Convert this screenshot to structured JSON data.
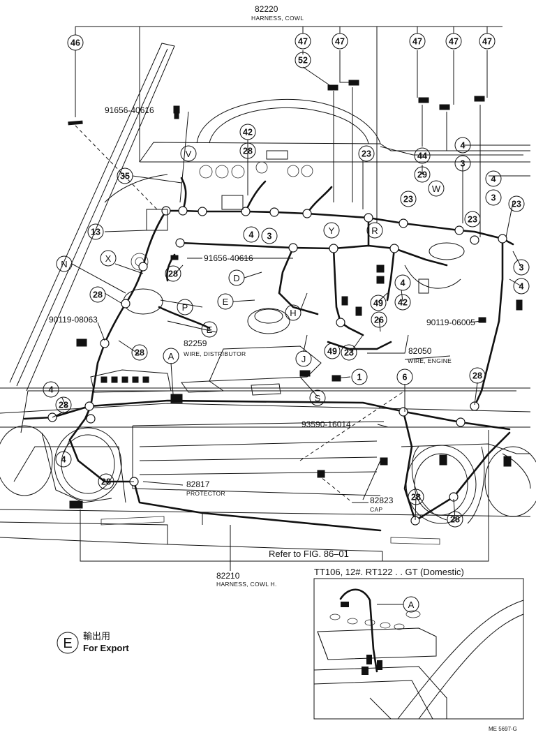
{
  "parts": {
    "harness_cowl": {
      "number": "82220",
      "name": "HARNESS, COWL"
    },
    "wire_distributor": {
      "number": "82259",
      "name": "WIRE, DISTRIBUTOR"
    },
    "wire_engine": {
      "number": "82050",
      "name": "WIRE, ENGINE"
    },
    "protector": {
      "number": "82817",
      "name": "PROTECTOR"
    },
    "cap": {
      "number": "82823",
      "name": "CAP"
    },
    "harness_cowl_h": {
      "number": "82210",
      "name": "HARNESS, COWL H."
    },
    "bolt_a": "91656-40616",
    "bolt_b": "91656-40616",
    "screw_a": "90119-08063",
    "screw_b": "90119-06005",
    "grommet": "93590-16014"
  },
  "reference": "Refer to FIG. 86–01",
  "inset_title": "TT106, 12#. RT122 . . GT (Domestic)",
  "legend": {
    "symbol": "E",
    "japanese": "輸出用",
    "english": "For  Export"
  },
  "drawing_code": "ME 5697-G",
  "callouts": {
    "c46": "46",
    "c47a": "47",
    "c47b": "47",
    "c47c": "47",
    "c47d": "47",
    "c47e": "47",
    "c52": "52",
    "c42a": "42",
    "c28a": "28",
    "c23a": "23",
    "c44": "44",
    "c4a": "4",
    "c3a": "3",
    "c29": "29",
    "c4b": "4",
    "c3b": "3",
    "c23b": "23",
    "c23c": "23",
    "c35": "35",
    "c13": "13",
    "c4c": "4",
    "c3c": "3",
    "c28b": "28",
    "c28c": "28",
    "c28d": "28",
    "c4d": "4",
    "c42b": "42",
    "c49a": "49",
    "c26": "26",
    "c49b": "49",
    "c23d": "23",
    "c1": "1",
    "c6": "6",
    "c28e": "28",
    "c4e": "4",
    "c28f": "28",
    "c28g": "28",
    "c4f": "4",
    "c28h": "28",
    "c28i": "28",
    "c28j": "28",
    "c3d": "3",
    "c4g": "4",
    "c23e": "23"
  },
  "letters": {
    "V": "V",
    "W": "W",
    "Y": "Y",
    "R": "R",
    "N": "N",
    "X": "X",
    "D": "D",
    "E1": "E",
    "H": "H",
    "P": "P",
    "E2": "E",
    "J": "J",
    "A1": "A",
    "S": "S",
    "A2": "A"
  }
}
